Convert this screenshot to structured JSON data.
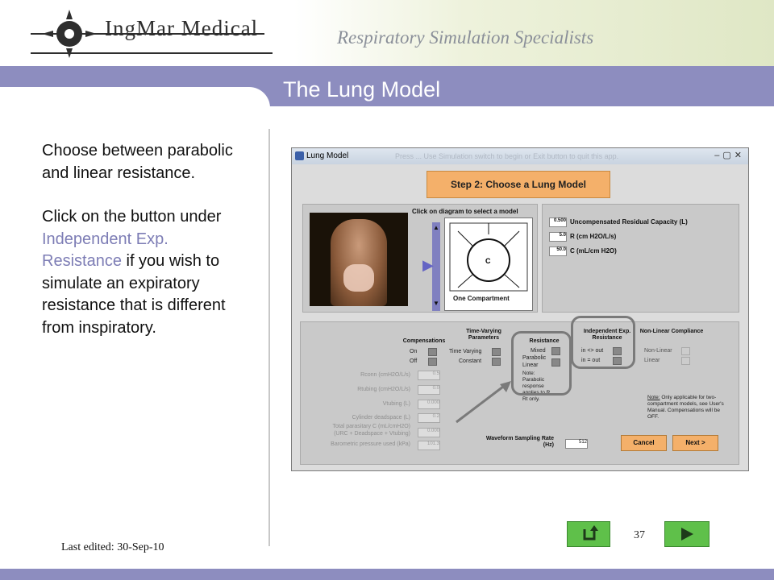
{
  "header": {
    "brand": "IngMar Medical",
    "tagline": "Respiratory Simulation Specialists"
  },
  "slide": {
    "title": "The Lung Model",
    "para1": "Choose between parabolic and linear resistance.",
    "para2_before": "Click on the button under ",
    "para2_link": "Independent Exp. Resistance",
    "para2_after": " if you wish to simulate an expiratory resistance that is different from inspiratory."
  },
  "app": {
    "window_title": "Lung Model",
    "hint": "Press ... Use Simulation switch to begin or Exit button to quit this app.",
    "step_label": "Step 2:  Choose a Lung Model",
    "diagram_label": "Click on diagram to select a model",
    "model_name": "One Compartment",
    "model_letter": "C",
    "params": [
      {
        "value": "0.500",
        "label": "Uncompensated Residual Capacity (L)"
      },
      {
        "value": "5.0",
        "label": "R (cm H2O/L/s)"
      },
      {
        "value": "50.0",
        "label": "C (mL/cm H2O)"
      }
    ],
    "compensations": {
      "heading": "Compensations",
      "on": "On",
      "off": "Off"
    },
    "time_varying": {
      "heading": "Time-Varying Parameters",
      "opt1": "Time Varying",
      "opt2": "Constant"
    },
    "resistance": {
      "heading": "Resistance",
      "opt1": "Mixed",
      "opt2": "Parabolic",
      "opt3": "Linear",
      "note": "Note: Parabolic response applies to R, Rt only."
    },
    "indep": {
      "heading": "Independent Exp. Resistance",
      "opt1": "in <> out",
      "opt2": "in = out"
    },
    "nonlinear": {
      "heading": "Non-Linear Compliance",
      "opt1": "Non-Linear",
      "opt2": "Linear"
    },
    "gray_fields": [
      {
        "label": "Rconn (cmH2O/L/s)",
        "value": "0.5"
      },
      {
        "label": "Rtubing (cmH2O/L/s)",
        "value": "0.0"
      },
      {
        "label": "Vtubing (L)",
        "value": "0.000"
      },
      {
        "label": "Cylinder deadspace (L)",
        "value": "0.2"
      },
      {
        "label": "Total parasitary C (mL/cmH2O)",
        "value": "0.000"
      },
      {
        "label": "(URC + Deadspace + Vtubing)",
        "value": ""
      },
      {
        "label": "Barometric pressure used (kPa)",
        "value": "101.3"
      }
    ],
    "note_title": "Note:",
    "note_text": "Only applicable for two-compartment models, see User's Manual. Compensations will be OFF.",
    "sampling_label": "Waveform Sampling Rate (Hz)",
    "sampling_value": "512",
    "cancel_label": "Cancel",
    "next_label": "Next >"
  },
  "footer": {
    "page_number": "37",
    "last_edited": "Last edited: 30-Sep-10"
  },
  "colors": {
    "band": "#8d8dbf",
    "link": "#7d7db5",
    "button_green": "#5fc04a",
    "step_orange": "#f4b06a"
  },
  "icons": [
    "logo-icon",
    "uturn-icon",
    "play-next-icon",
    "arrow-pointer-icon"
  ]
}
